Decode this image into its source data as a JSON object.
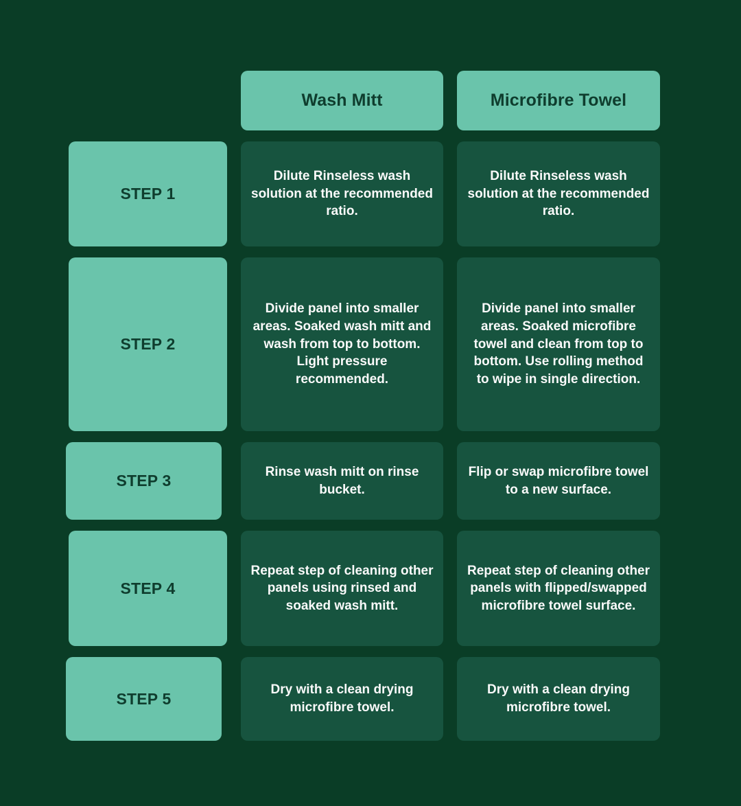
{
  "table": {
    "corner_label": "",
    "columns": [
      {
        "key": "wash_mitt",
        "label": "Wash Mitt"
      },
      {
        "key": "microfibre_towel",
        "label": "Microfibre Towel"
      }
    ],
    "rows": [
      {
        "step_label": "STEP 1",
        "wash_mitt": "Dilute Rinseless wash solution at the recommended ratio.",
        "microfibre_towel": "Dilute Rinseless wash solution at the recommended ratio."
      },
      {
        "step_label": "STEP 2",
        "wash_mitt": "Divide panel into smaller areas. Soaked wash mitt and wash from top to bottom. Light pressure recommended.",
        "microfibre_towel": "Divide panel into smaller areas. Soaked microfibre towel and clean from top to bottom. Use rolling method to wipe in single direction."
      },
      {
        "step_label": "STEP 3",
        "wash_mitt": "Rinse wash mitt on rinse bucket.",
        "microfibre_towel": "Flip or swap microfibre towel to a new surface."
      },
      {
        "step_label": "STEP 4",
        "wash_mitt": "Repeat step of cleaning other panels using rinsed and soaked wash mitt.",
        "microfibre_towel": "Repeat step of cleaning other panels with flipped/swapped microfibre towel surface."
      },
      {
        "step_label": "STEP 5",
        "wash_mitt": "Dry with a clean drying microfibre towel.",
        "microfibre_towel": "Dry with a clean drying microfibre towel."
      }
    ]
  },
  "colors": {
    "background": "#0a3d26",
    "accent_mint": "#6ac4ab",
    "cell_green": "#17543f",
    "label_text": "#0f3d2e",
    "content_text": "#fafafa"
  }
}
